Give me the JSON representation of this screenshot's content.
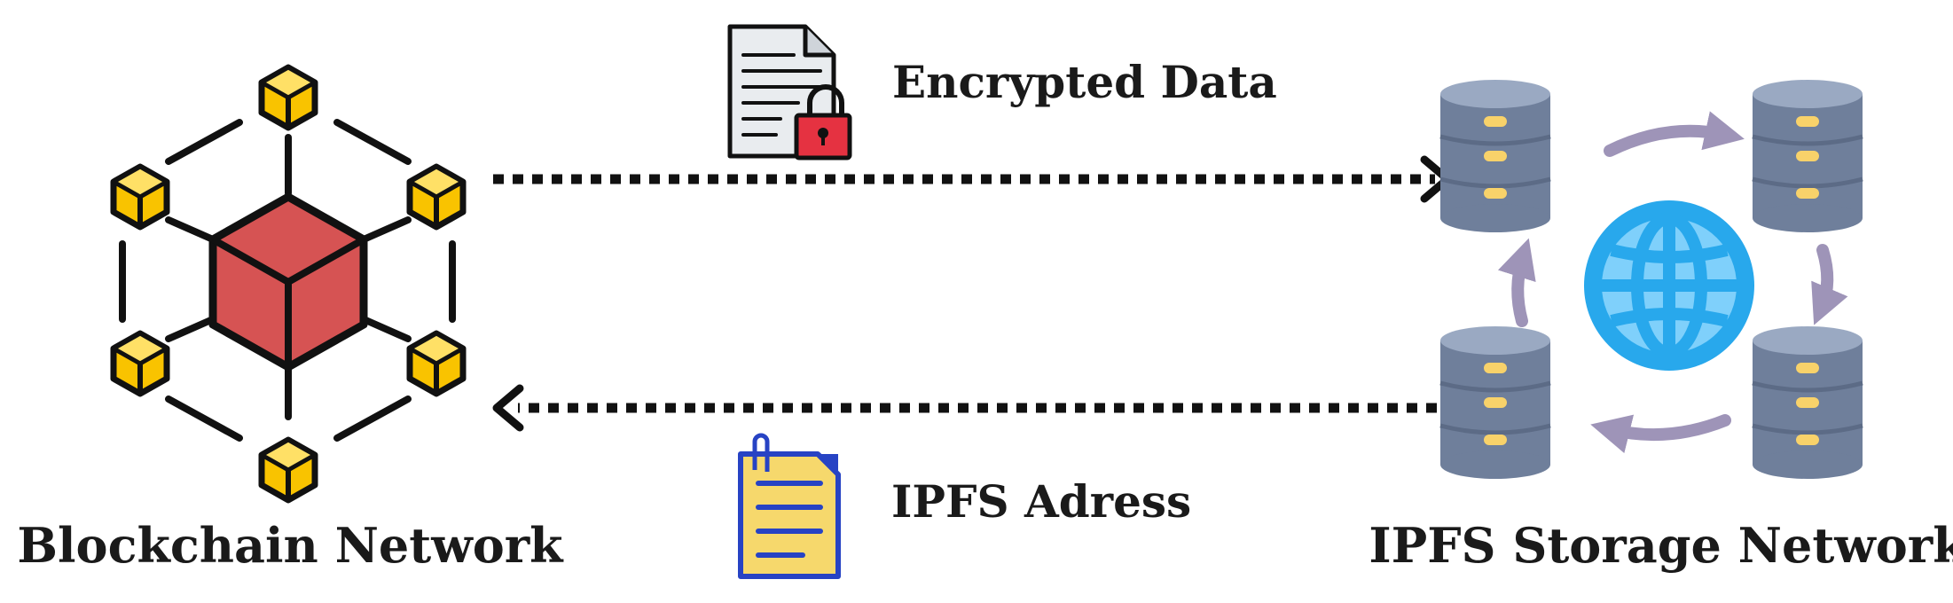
{
  "labels": {
    "encrypted_data": "Encrypted Data",
    "ipfs_address": "IPFS Adress",
    "blockchain_network": "Blockchain Network",
    "ipfs_storage_network": "IPFS Storage Network"
  },
  "icons": {
    "blockchain": "blockchain-network-icon",
    "encrypted_document": "encrypted-document-icon",
    "address_document": "ipfs-address-document-icon",
    "database": "database-server-icon",
    "globe": "globe-icon"
  },
  "colors": {
    "small_cube": "#f9c300",
    "center_cube": "#d65353",
    "lock": "#e53241",
    "note": "#f6d86c",
    "note_lines": "#2743c4",
    "db_body": "#6f7f9b",
    "db_top": "#9aa9c2",
    "db_slot": "#f8d26a",
    "globe": "#28a8ec",
    "cycle_arrow": "#9e94b8",
    "text": "#1a1a1a"
  }
}
